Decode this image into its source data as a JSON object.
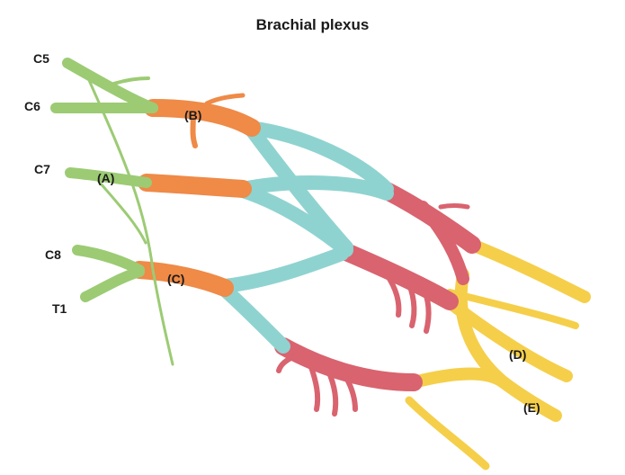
{
  "title": "Brachial plexus",
  "roots": [
    "C5",
    "C6",
    "C7",
    "C8",
    "T1"
  ],
  "markers": {
    "a": "(A)",
    "b": "(B)",
    "c": "(C)",
    "d": "(D)",
    "e": "(E)"
  },
  "colors": {
    "roots": "#9ccb74",
    "trunks": "#ef8a47",
    "divisions": "#8fd3d0",
    "cords": "#d9636f",
    "branches": "#f5cf4a"
  }
}
